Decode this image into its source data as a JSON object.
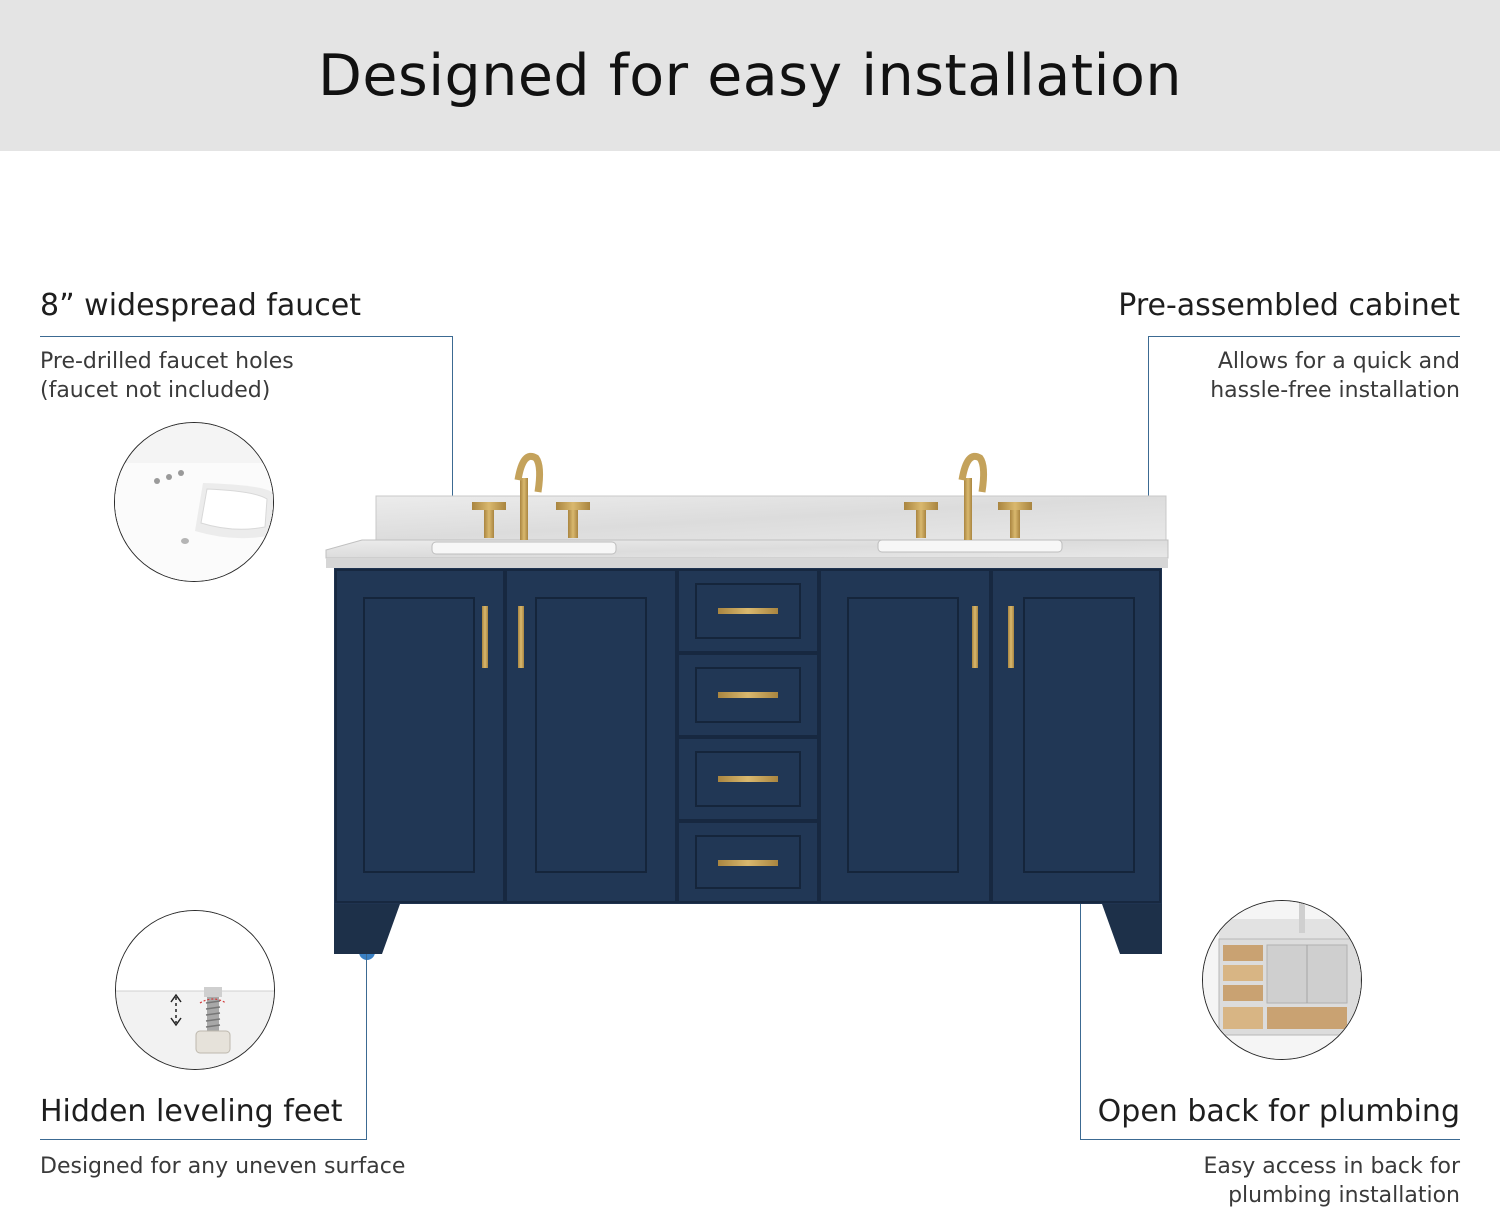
{
  "header": {
    "title": "Designed for easy installation"
  },
  "features": {
    "faucet": {
      "title": "8” widespread faucet",
      "desc_lines": [
        "Pre-drilled faucet holes",
        "(faucet not included)"
      ]
    },
    "cabinet": {
      "title": "Pre-assembled cabinet",
      "desc_lines": [
        "Allows for  a quick and",
        "hassle-free installation"
      ]
    },
    "leveling": {
      "title": "Hidden leveling feet",
      "desc_lines": [
        "Designed for any uneven surface"
      ]
    },
    "plumbing": {
      "title": "Open back for plumbing",
      "desc_lines": [
        "Easy access in back for",
        "plumbing installation"
      ]
    }
  },
  "colors": {
    "header_bg": "#e4e4e4",
    "callout_line": "#3c6a92",
    "callout_dot": "#3a80c4",
    "cabinet": "#1f3350",
    "hardware": "#c7a45a",
    "countertop": "#e6e6e6"
  }
}
